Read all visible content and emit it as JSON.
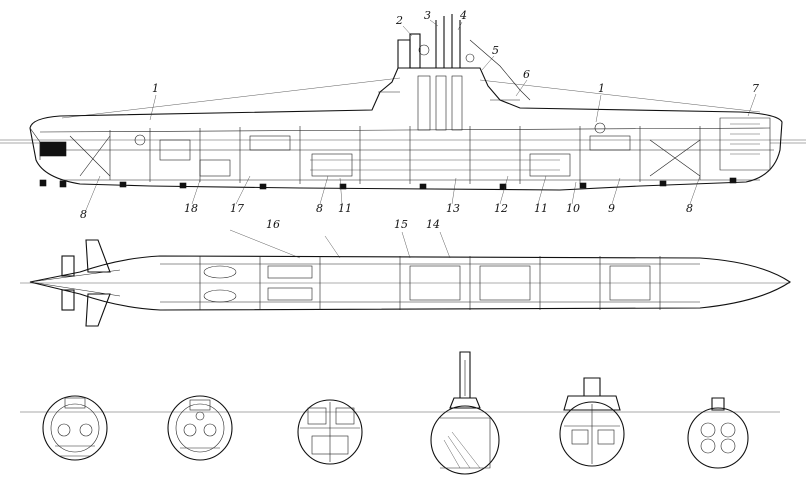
{
  "drawing": {
    "views": [
      "side-section",
      "plan-section",
      "cross-sections"
    ],
    "callouts": [
      {
        "id": "c1a",
        "label": "1"
      },
      {
        "id": "c1b",
        "label": "1"
      },
      {
        "id": "c2",
        "label": "2"
      },
      {
        "id": "c3",
        "label": "3"
      },
      {
        "id": "c4",
        "label": "4"
      },
      {
        "id": "c5",
        "label": "5"
      },
      {
        "id": "c6",
        "label": "6"
      },
      {
        "id": "c7",
        "label": "7"
      },
      {
        "id": "c8a",
        "label": "8"
      },
      {
        "id": "c8b",
        "label": "8"
      },
      {
        "id": "c8c",
        "label": "8"
      },
      {
        "id": "c9",
        "label": "9"
      },
      {
        "id": "c10",
        "label": "10"
      },
      {
        "id": "c11a",
        "label": "11"
      },
      {
        "id": "c11b",
        "label": "11"
      },
      {
        "id": "c12",
        "label": "12"
      },
      {
        "id": "c13",
        "label": "13"
      },
      {
        "id": "c14",
        "label": "14"
      },
      {
        "id": "c15",
        "label": "15"
      },
      {
        "id": "c16",
        "label": "16"
      },
      {
        "id": "c17",
        "label": "17"
      },
      {
        "id": "c18",
        "label": "18"
      }
    ],
    "cross_section_count": 6,
    "colors": {
      "ink": "#111111",
      "paper": "#ffffff"
    }
  }
}
